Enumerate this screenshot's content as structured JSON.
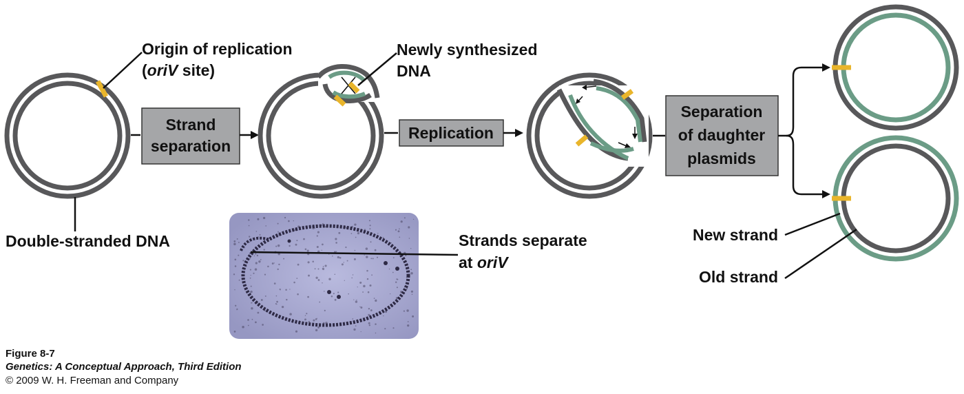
{
  "labels": {
    "origin_line1": "Origin of replication",
    "origin_line2_prefix": "(",
    "origin_line2_italic": "oriV",
    "origin_line2_suffix": " site)",
    "newly_line1": "Newly synthesized",
    "newly_line2": "DNA",
    "double_stranded": "Double-stranded DNA",
    "strands_separate_line1": "Strands separate",
    "strands_separate_line2_prefix": "at ",
    "strands_separate_line2_italic": "oriV",
    "new_strand": "New strand",
    "old_strand": "Old strand"
  },
  "steps": {
    "strand_separation_line1": "Strand",
    "strand_separation_line2": "separation",
    "replication": "Replication",
    "separation_line1": "Separation",
    "separation_line2": "of daughter",
    "separation_line3": "plasmids"
  },
  "caption": {
    "figure": "Figure 8-7",
    "book": "Genetics: A Conceptual Approach, Third Edition",
    "copyright": "© 2009 W. H. Freeman and Company"
  },
  "colors": {
    "old_strand": "#58585a",
    "new_strand": "#6b9c86",
    "origin_marker": "#e9b52b",
    "step_box": "#a5a6a8",
    "micrograph_bg": "#a9a9cf",
    "micrograph_dots": "#3a3550"
  },
  "icons": {
    "arrow": "arrow-right-icon",
    "origin": "origin-marker-icon"
  }
}
